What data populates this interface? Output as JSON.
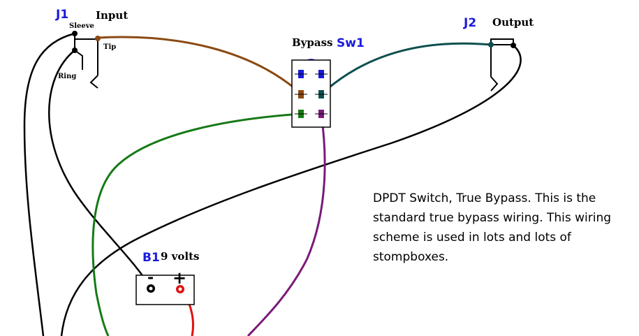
{
  "labels": {
    "j1": "J1",
    "input": "Input",
    "sleeve": "Sleeve",
    "tip": "Tip",
    "ring": "Ring",
    "j2": "J2",
    "output": "Output",
    "bypass": "Bypass",
    "sw1": "Sw1",
    "b1": "B1",
    "volts": "9 volts",
    "minus": "-",
    "plus": "+"
  },
  "description": {
    "lines": [
      "DPDT Switch, True Bypass.  This is the",
      "standard true bypass wiring.  This wiring",
      "scheme is used in lots and lots of",
      "stompboxes."
    ]
  },
  "colors": {
    "brown": "#8b4a12",
    "teal": "#0f4f4f",
    "green": "#167a16",
    "purple": "#7a1a7a",
    "blue": "#1a1adc",
    "red": "#e01010",
    "black": "#000000"
  }
}
